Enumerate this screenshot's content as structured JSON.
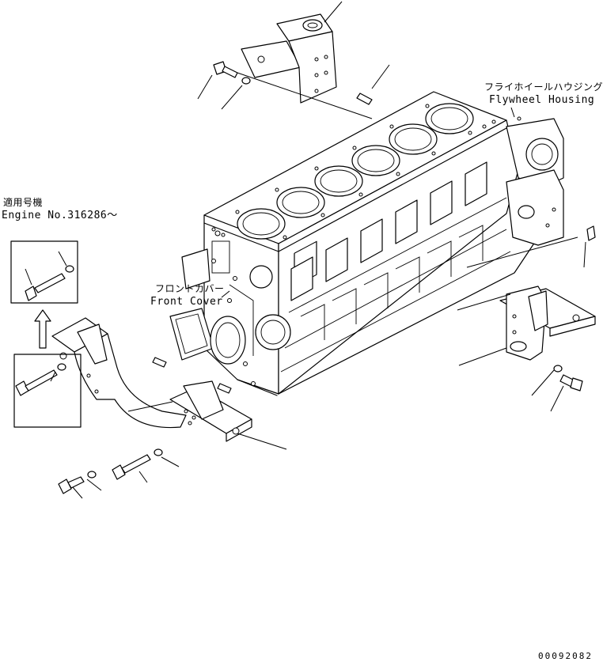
{
  "labels": {
    "flywheel_housing_jp": "フライホイールハウジング",
    "flywheel_housing_en": "Flywheel Housing",
    "front_cover_jp": "フロントカバー",
    "front_cover_en": "Front Cover",
    "applicable_jp": "適用号機",
    "applicable_en": "Engine No.316286～"
  },
  "drawing_number": "00092082"
}
